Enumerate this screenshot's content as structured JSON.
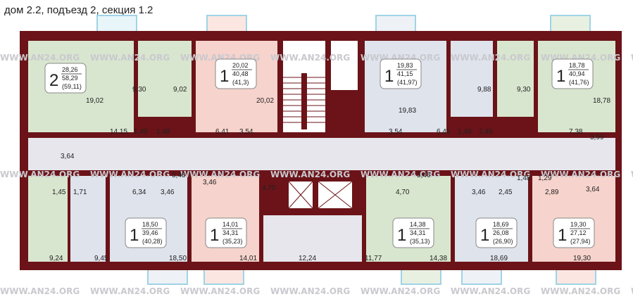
{
  "title": "дом 2.2, подъезд 2, секция 1.2",
  "watermark": "WWW.AN24.ORG",
  "colors": {
    "wall": "#6b1318",
    "apartment_green": "#d9e6cf",
    "apartment_pink": "#f6d3cc",
    "apartment_blue": "#dfe3ec",
    "corridor": "#e6e6ec",
    "balcony_outline": "#9fd3e6"
  },
  "apartments": [
    {
      "id": "a1",
      "rooms": "2",
      "living": "28,26",
      "total": "58,29",
      "total_with_balcony": "(59,11)",
      "color": "green"
    },
    {
      "id": "a2",
      "rooms": "1",
      "living": "20,02",
      "total": "40,48",
      "total_with_balcony": "(41,3)",
      "color": "pink"
    },
    {
      "id": "a3",
      "rooms": "1",
      "living": "19,83",
      "total": "41,15",
      "total_with_balcony": "(41,97)",
      "color": "blue"
    },
    {
      "id": "a4",
      "rooms": "1",
      "living": "18,78",
      "total": "40,94",
      "total_with_balcony": "(41,76)",
      "color": "green"
    },
    {
      "id": "a5",
      "rooms": "1",
      "living": "18,50",
      "total": "39,46",
      "total_with_balcony": "(40,28)",
      "color": "blue"
    },
    {
      "id": "a6",
      "rooms": "1",
      "living": "14,01",
      "total": "34,31",
      "total_with_balcony": "(35,23)",
      "color": "pink"
    },
    {
      "id": "a7",
      "rooms": "1",
      "living": "14,38",
      "total": "34,31",
      "total_with_balcony": "(35,13)",
      "color": "green"
    },
    {
      "id": "a8",
      "rooms": "1",
      "living": "18,69",
      "total": "26,08",
      "total_with_balcony": "(26,90)",
      "color": "blue"
    },
    {
      "id": "a9",
      "rooms": "1",
      "living": "19,30",
      "total": "27,12",
      "total_with_balcony": "(27,94)",
      "color": "pink"
    }
  ],
  "room_areas": [
    "19,02",
    "9,30",
    "9,02",
    "20,02",
    "19,83",
    "9,88",
    "9,30",
    "18,78",
    "14,15",
    "1,49",
    "1,49",
    "6,41",
    "3,54",
    "3,54",
    "6,41",
    "1,49",
    "1,49",
    "7,38",
    "3,99",
    "3,64",
    "3,46",
    "3,46",
    "3,46",
    "1,48",
    "1,29",
    "1,45",
    "1,71",
    "6,34",
    "3,46",
    "4,70",
    "4,70",
    "3,46",
    "2,45",
    "2,89",
    "3,64",
    "9,24",
    "9,45",
    "18,50",
    "14,01",
    "12,24",
    "11,77",
    "14,38",
    "18,69",
    "19,30"
  ]
}
